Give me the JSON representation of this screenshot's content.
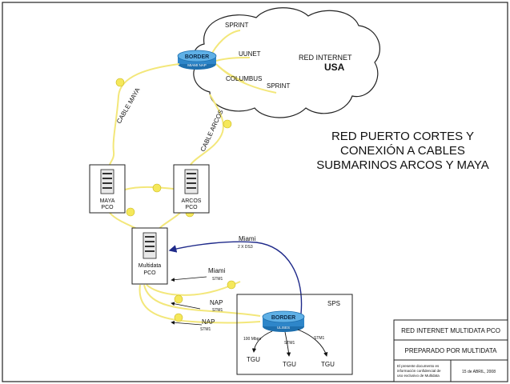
{
  "title_lines": [
    "RED PUERTO CORTES Y",
    "CONEXIÓN A CABLES",
    "SUBMARINOS ARCOS Y MAYA"
  ],
  "cloud": {
    "label": "RED INTERNET",
    "sublabel": "USA",
    "router_label": "BORDER",
    "router_sublabel": "MIAMI NAP",
    "carriers": [
      "SPRINT",
      "UUNET",
      "COLUMBUS",
      "SPRINT"
    ]
  },
  "cables": {
    "maya": "CABLE MAYA",
    "arcos": "CABLE ARCOS"
  },
  "nodes": {
    "maya": "MAYA\nPCO",
    "arcos": "ARCOS\nPCO",
    "multidata": "Multidata\nPCO"
  },
  "links": {
    "miami_main": "Miami",
    "miami_main_sub": "2 X DS3",
    "miami2": "Miami",
    "miami2_sub": "STM1",
    "nap1": "NAP",
    "nap1_sub": "STM1",
    "nap2": "NAP",
    "nap2_sub": "STM1"
  },
  "sps": {
    "label": "SPS",
    "router_label": "BORDER",
    "router_sublabel": "ULISES",
    "link_labels": [
      "100 Mbps",
      "STM1",
      "STM1"
    ],
    "destinations": [
      "TGU",
      "TGU",
      "TGU"
    ]
  },
  "title_block": {
    "row1": "RED INTERNET MULTIDATA PCO",
    "row2": "PREPARADO POR MULTIDATA",
    "note": "El presente documento es\ninformación confidencial de\nuso exclusivo de Multidata",
    "date": "15 de ABRIL, 2008"
  },
  "colors": {
    "cable": "#f3e77a",
    "cable_marker": "#f5e85a",
    "miami_link": "#1f2a8a",
    "router": "#2e86c9"
  }
}
